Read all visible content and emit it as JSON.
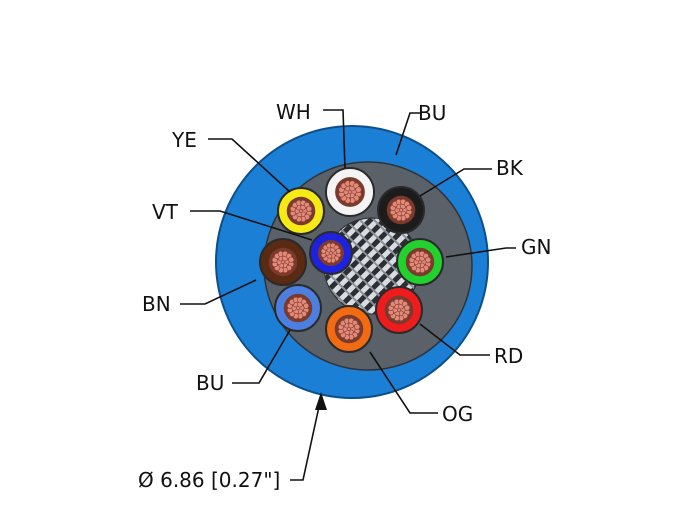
{
  "cable": {
    "jacket_color": "#1b7fd6",
    "inner_color": "#5a6169",
    "diameter_label": "Ø 6.86 [0.27\"]"
  },
  "conductors": [
    {
      "key": "wh",
      "label": "WH",
      "color": "#f4f4f4",
      "position": "top"
    },
    {
      "key": "bk",
      "label": "BK",
      "color": "#1c1c1c",
      "position": "top-right"
    },
    {
      "key": "gn",
      "label": "GN",
      "color": "#22d12e",
      "position": "right"
    },
    {
      "key": "rd",
      "label": "RD",
      "color": "#ee1c1c",
      "position": "bottom-right"
    },
    {
      "key": "og",
      "label": "OG",
      "color": "#f26a12",
      "position": "bottom"
    },
    {
      "key": "bu",
      "label": "BU",
      "color": "#4d7fe0",
      "position": "bottom-left"
    },
    {
      "key": "bn",
      "label": "BN",
      "color": "#5a2a12",
      "position": "left"
    },
    {
      "key": "ye",
      "label": "YE",
      "color": "#f5ea16",
      "position": "top-left"
    },
    {
      "key": "vt",
      "label": "VT",
      "color": "#1c22e0",
      "position": "inner-left"
    }
  ],
  "jacket_label": "BU",
  "copper_color": "#e08a7a"
}
